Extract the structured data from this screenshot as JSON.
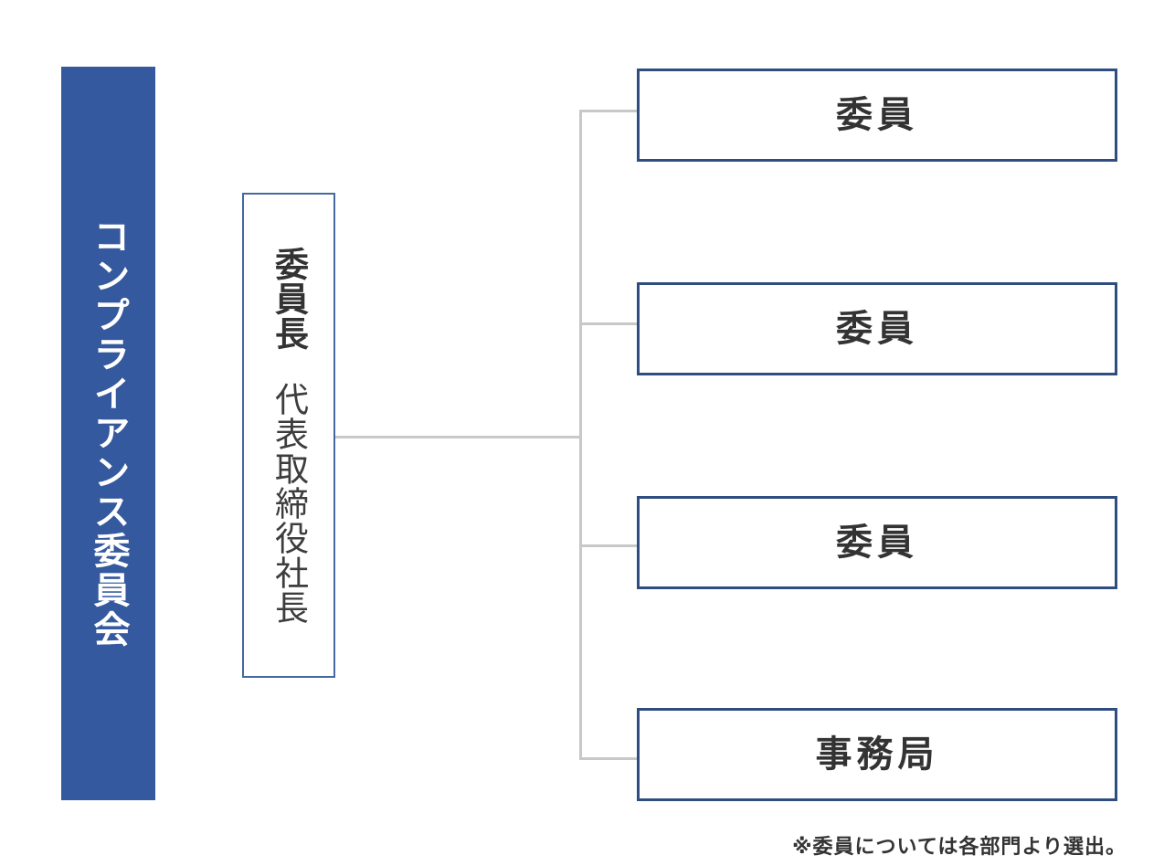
{
  "diagram": {
    "committee_bar": {
      "label": "コンプライアンス委員会"
    },
    "chairman_box": {
      "title": "委員長",
      "subtitle": "代表取締役社長"
    },
    "member_boxes": [
      {
        "label": "委員"
      },
      {
        "label": "委員"
      },
      {
        "label": "委員"
      },
      {
        "label": "事務局"
      }
    ],
    "footnote": "※委員については各部門より選出。",
    "colors": {
      "bar-fill": "#35599e",
      "bar-text": "#ffffff",
      "member-border": "#2f4d7e",
      "chairman-border": "#4668a0",
      "connector": "#c8c8c8",
      "text": "#333333"
    }
  }
}
